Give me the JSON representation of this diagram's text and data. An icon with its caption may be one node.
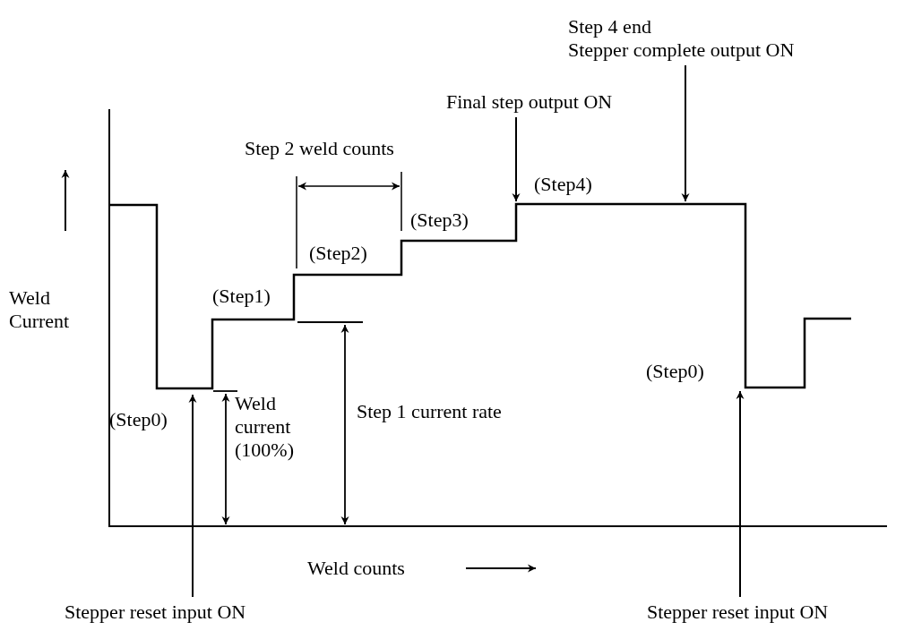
{
  "diagram": {
    "nodes": [
      {
        "text": [
          "Step 4 end",
          "Stepper complete output ON"
        ]
      },
      {
        "text": [
          "Final step output ON"
        ]
      },
      {
        "text": [
          "Stepper reset input ON"
        ]
      },
      {
        "text": [
          "Stepper reset input ON"
        ]
      }
    ],
    "edges": [
      {
        "from": 0,
        "to": null,
        "arrow": "to"
      },
      {
        "from": 1,
        "to": null,
        "arrow": "to"
      },
      {
        "from": 2,
        "to": null,
        "arrow": "to"
      },
      {
        "from": 3,
        "to": null,
        "arrow": "to"
      }
    ],
    "labels": [
      "Step 2 weld counts",
      "(Step4)",
      "(Step3)",
      "(Step2)",
      "Weld Current",
      "(Step1)",
      "(Step0)",
      "(Step0)",
      "Weld current (100%)",
      "Step 1 current rate",
      "Weld counts"
    ]
  }
}
